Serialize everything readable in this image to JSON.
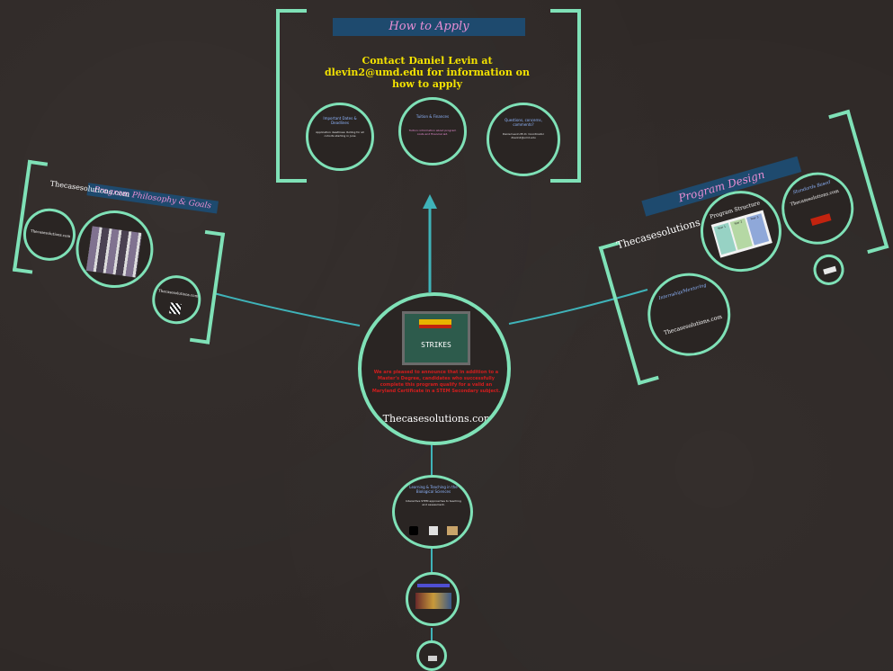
{
  "center": {
    "board_title": "STRIKES",
    "text_red": "We are pleased to announce that in addition to a Master's Degree, candidates who successfully complete this program qualify for a valid an Maryland Certificate in a STEM Secondary subject.",
    "watermark": "Thecasesolutions.com"
  },
  "apply": {
    "title": "How to Apply",
    "contact": "Contact Daniel Levin at dlevin2@umd.edu for information on how to apply",
    "c1_title": "Important Dates & Deadlines",
    "c1_body": "Application deadlines: Rolling for all cohorts starting in June",
    "c2_title": "Tuition & Finances",
    "c2_body": "Tuition: information about program costs and financial aid.",
    "c3_title": "Questions, concerns, comments?",
    "c3_body": "Daniel Levin Ph.D. Coordinator dlevin2@umd.edu"
  },
  "philosophy": {
    "title": "Program Philosophy & Goals",
    "watermark": "Thecasesolutions.com",
    "small_watermark1": "Thecasesolutions.com",
    "small_watermark2": "Thecasesolutions.com"
  },
  "design": {
    "title": "Program Design",
    "watermark": "Thecasesolutions.com",
    "structure_title": "Program Structure",
    "year1": "Year 1",
    "year2": "Year 2",
    "year3": "Year 3",
    "standards_title": "Standards Based",
    "standards_watermark": "Thecasesolutions.com",
    "internship_title": "Internship/Mentoring",
    "internship_watermark": "Thecasesolutions.com"
  },
  "bottom": {
    "c1_title": "Learning & Teaching in the Biological Sciences",
    "c1_body": "Interactive STEM approaches to teaching and assessment."
  },
  "colors": {
    "accent": "#7fe1b7",
    "line": "#3fb3b9",
    "banner": "#1e4a6e",
    "banner_text": "#e98ed4",
    "yellow": "#f4e300",
    "red": "#d21d1d"
  }
}
